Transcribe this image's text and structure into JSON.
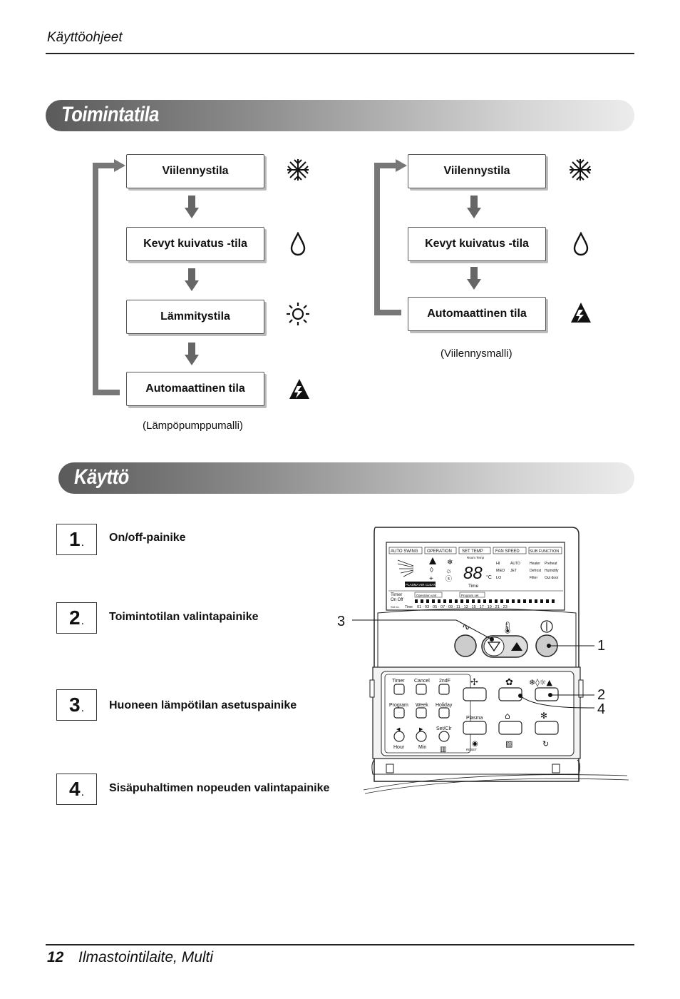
{
  "header": {
    "section": "Käyttöohjeet"
  },
  "banner1": {
    "title": "Toimintatila"
  },
  "banner2": {
    "title": "Käyttö"
  },
  "heatpump": {
    "modes": [
      "Viilennystila",
      "Kevyt kuivatus -tila",
      "Lämmitystila",
      "Automaattinen tila"
    ],
    "caption": "(Lämpöpumppumalli)"
  },
  "cooling": {
    "modes": [
      "Viilennystila",
      "Kevyt kuivatus -tila",
      "Automaattinen tila"
    ],
    "caption": "(Viilennysmalli)"
  },
  "icons": {
    "cool": "snowflake-icon",
    "dry": "droplet-icon",
    "heat": "sun-icon",
    "auto": "auto-mode-icon"
  },
  "steps": [
    {
      "num": "1",
      "label": "On/off-painike"
    },
    {
      "num": "2",
      "label": "Toimintotilan valintapainike"
    },
    {
      "num": "3",
      "label": "Huoneen lämpötilan asetuspainike"
    },
    {
      "num": "4",
      "label": "Sisäpuhaltimen nopeuden valintapainike"
    }
  ],
  "remote": {
    "tabs": [
      "AUTO SWING",
      "OPERATION",
      "SET TEMP",
      "FAN SPEED",
      "SUB FUNCTION"
    ],
    "room_temp": "Room Temp",
    "digits": "88",
    "unit": "°C",
    "time": "Time",
    "fan": [
      "HI",
      "MED",
      "LO"
    ],
    "fan_extra": [
      "AUTO",
      "JET"
    ],
    "sub_func": [
      "Heater",
      "Preheat",
      "Defrost",
      "Humidify",
      "Filter",
      "Out door"
    ],
    "plasma": "PLASMA AIR CLEAN",
    "timer": "Timer",
    "on_off": "On  Off",
    "operation_unit": "Operation unit",
    "program_set": "Program set",
    "set_no": "Set no.",
    "time_label": "Time",
    "hours": "01 · 03 · 05 · 07 · 09 · 11 · 13 · 15 · 17 · 19 · 21 · 23 ·",
    "lower_buttons": [
      "Timer",
      "Cancel",
      "2ndF",
      "Program",
      "Week",
      "Holiday",
      "Set/Clr",
      "Hour",
      "Min",
      "Plasma",
      "RESET"
    ],
    "callouts": [
      "3",
      "1",
      "2",
      "4"
    ]
  },
  "footer": {
    "page": "12",
    "title": "Ilmastointilaite, Multi"
  }
}
